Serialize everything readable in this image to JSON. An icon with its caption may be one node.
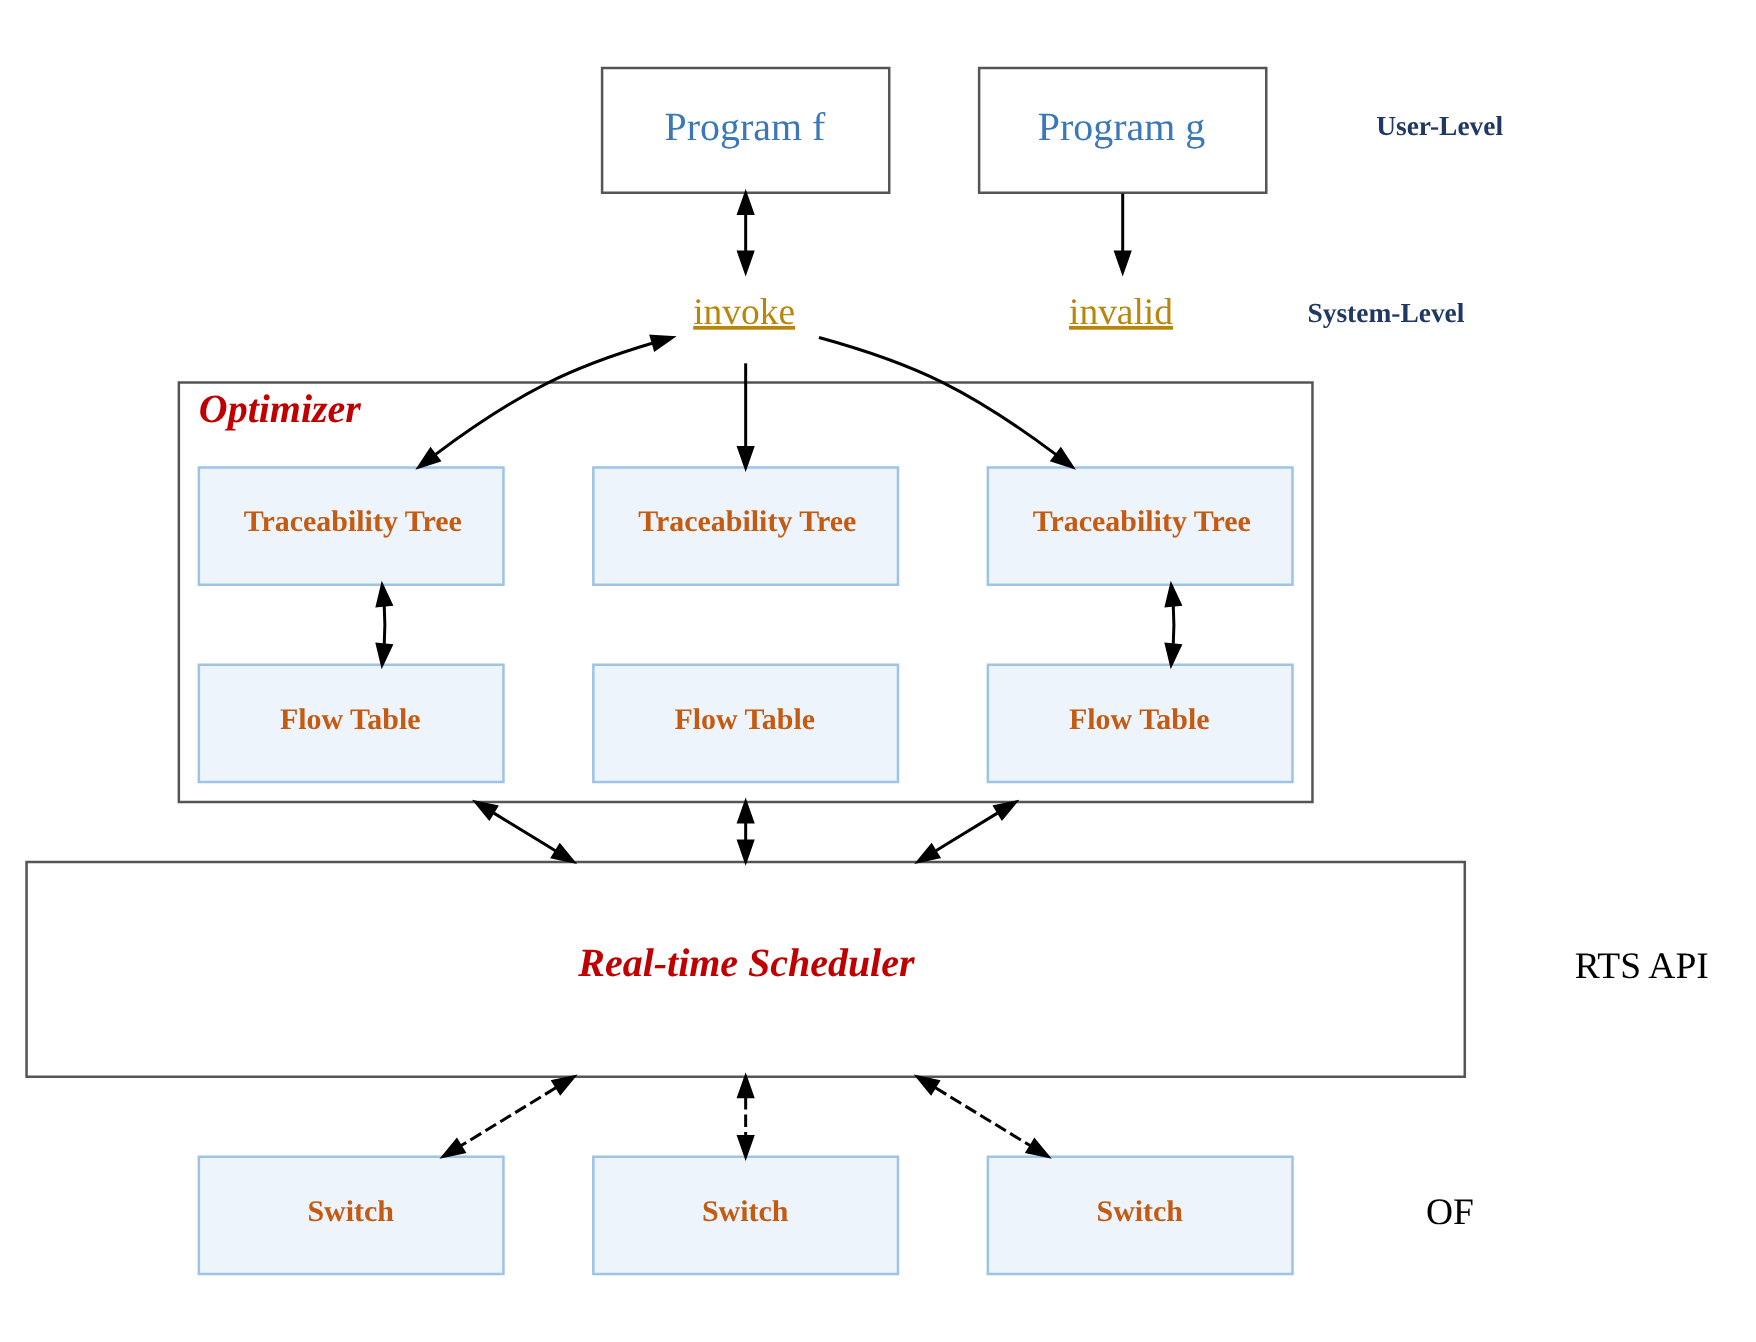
{
  "diagram": {
    "nodes": [
      {
        "text": [
          "Program f"
        ]
      },
      {
        "text": [
          "Program g"
        ]
      },
      {
        "text": [
          "invoke"
        ]
      },
      {
        "text": [
          "invalid"
        ]
      },
      {
        "text": [
          "Optimizer"
        ]
      },
      {
        "text": [
          "Traceability Tree"
        ],
        "in": 4
      },
      {
        "text": [
          "Traceability Tree"
        ],
        "in": 4
      },
      {
        "text": [
          "Traceability Tree"
        ],
        "in": 4
      },
      {
        "text": [
          "Flow Table"
        ],
        "in": 4
      },
      {
        "text": [
          "Flow Table"
        ],
        "in": 4
      },
      {
        "text": [
          "Flow Table"
        ],
        "in": 4
      },
      {
        "text": [
          "Real-time Scheduler"
        ]
      },
      {
        "text": [
          "Switch"
        ]
      },
      {
        "text": [
          "Switch"
        ]
      },
      {
        "text": [
          "Switch"
        ]
      }
    ],
    "edges": [
      {
        "from": 0,
        "to": 2,
        "arrow": "both"
      },
      {
        "from": 1,
        "to": 3,
        "arrow": "to"
      },
      {
        "from": 2,
        "to": 5,
        "arrow": "both"
      },
      {
        "from": 2,
        "to": 6,
        "arrow": "to"
      },
      {
        "from": 2,
        "to": 7,
        "arrow": "to"
      },
      {
        "from": 5,
        "to": 8,
        "arrow": "both"
      },
      {
        "from": 7,
        "to": 10,
        "arrow": "both"
      },
      {
        "from": 4,
        "to": 11,
        "arrow": "both"
      },
      {
        "from": 4,
        "to": 11,
        "arrow": "both"
      },
      {
        "from": 4,
        "to": 11,
        "arrow": "both"
      },
      {
        "from": 11,
        "to": 12,
        "arrow": "both",
        "style": "dashed"
      },
      {
        "from": 11,
        "to": 13,
        "arrow": "both",
        "style": "dashed"
      },
      {
        "from": 11,
        "to": 14,
        "arrow": "both",
        "style": "dashed"
      }
    ],
    "labels": [
      "User-Level",
      "System-Level",
      "RTS API",
      "OF"
    ]
  }
}
